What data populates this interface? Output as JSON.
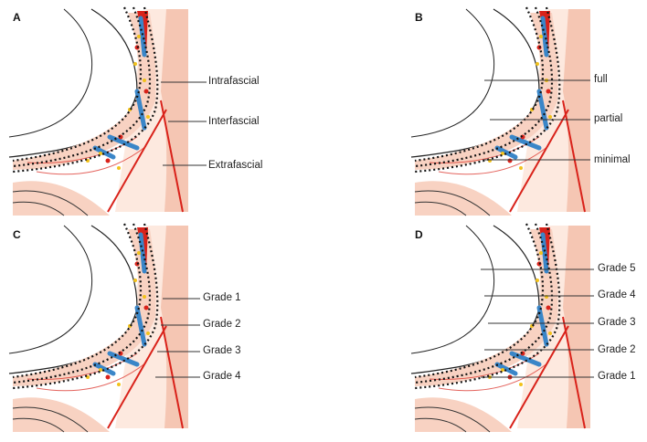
{
  "colors": {
    "fascia_fill": "#f8d2c2",
    "fascia_light": "#fde9df",
    "rectum_fill": "#f2b9a4",
    "vessel_red": "#d9221a",
    "nerve_blue": "#3a86c8",
    "dot_yellow": "#f2c21b",
    "dotted_line": "#111111",
    "leader_line": "#333333"
  },
  "panels": [
    {
      "letter": "A",
      "labels": [
        "Intrafascial",
        "Interfascial",
        "Extrafascial"
      ]
    },
    {
      "letter": "B",
      "labels": [
        "full",
        "partial",
        "minimal"
      ]
    },
    {
      "letter": "C",
      "labels": [
        "Grade 1",
        "Grade 2",
        "Grade 3",
        "Grade 4"
      ]
    },
    {
      "letter": "D",
      "labels": [
        "Grade 5",
        "Grade 4",
        "Grade 3",
        "Grade 2",
        "Grade 1"
      ]
    }
  ]
}
